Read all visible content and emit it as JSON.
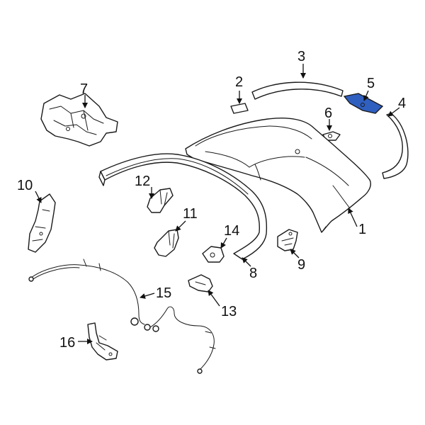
{
  "colors": {
    "line": "#1a1a1a",
    "highlight": "#2f5fbf",
    "background": "#ffffff"
  },
  "callouts": [
    {
      "id": "c1",
      "label": "1"
    },
    {
      "id": "c2",
      "label": "2"
    },
    {
      "id": "c3",
      "label": "3"
    },
    {
      "id": "c4",
      "label": "4"
    },
    {
      "id": "c5",
      "label": "5"
    },
    {
      "id": "c6",
      "label": "6"
    },
    {
      "id": "c7",
      "label": "7"
    },
    {
      "id": "c8",
      "label": "8"
    },
    {
      "id": "c9",
      "label": "9"
    },
    {
      "id": "c10",
      "label": "10"
    },
    {
      "id": "c11",
      "label": "11"
    },
    {
      "id": "c12",
      "label": "12"
    },
    {
      "id": "c13",
      "label": "13"
    },
    {
      "id": "c14",
      "label": "14"
    },
    {
      "id": "c15",
      "label": "15"
    },
    {
      "id": "c16",
      "label": "16"
    }
  ]
}
